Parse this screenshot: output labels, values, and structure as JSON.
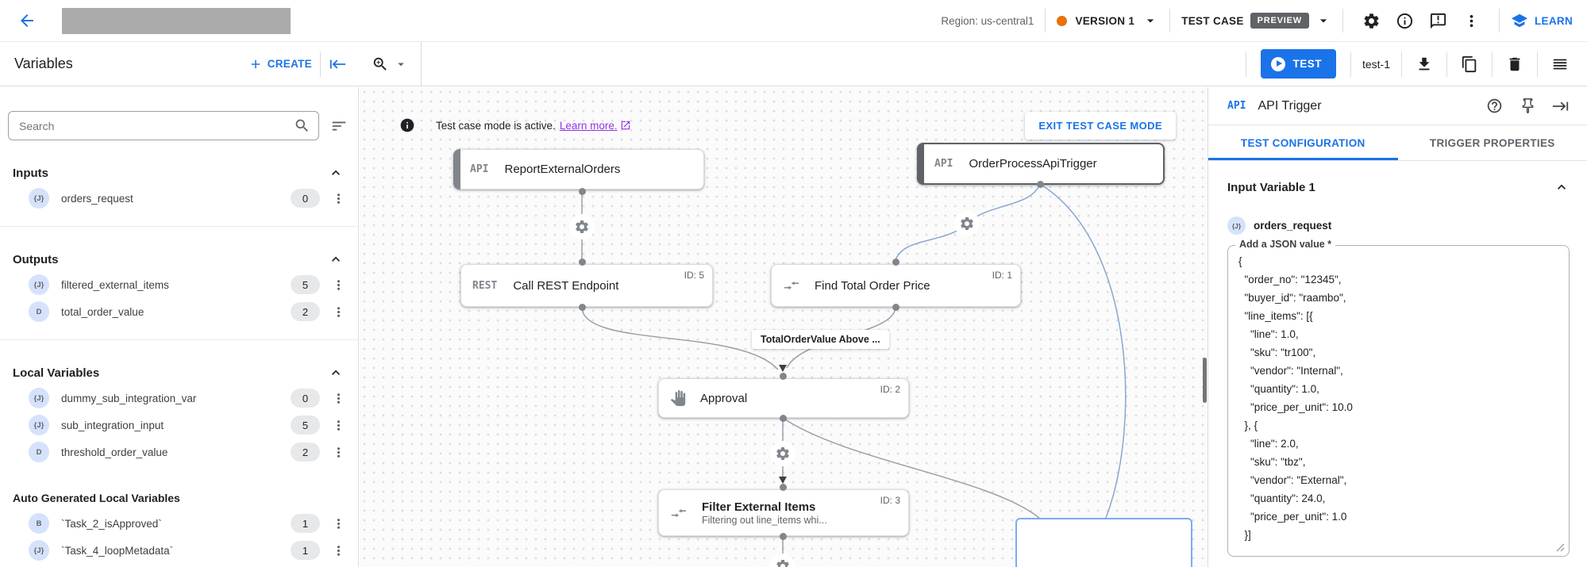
{
  "appbar": {
    "region": "Region: us-central1",
    "version": "VERSION 1",
    "test_case": "TEST CASE",
    "preview": "PREVIEW",
    "learn": "LEARN"
  },
  "toolbar": {
    "title": "Variables",
    "create": "CREATE",
    "test": "TEST",
    "test_case_name": "test-1"
  },
  "sidebar": {
    "search_placeholder": "Search",
    "sections": [
      {
        "title": "Inputs",
        "items": [
          {
            "type": "{J}",
            "name": "orders_request",
            "count": "0"
          }
        ]
      },
      {
        "title": "Outputs",
        "items": [
          {
            "type": "{J}",
            "name": "filtered_external_items",
            "count": "5"
          },
          {
            "type": "D",
            "name": "total_order_value",
            "count": "2"
          }
        ]
      },
      {
        "title": "Local Variables",
        "items": [
          {
            "type": "{J}",
            "name": "dummy_sub_integration_var",
            "count": "0"
          },
          {
            "type": "{J}",
            "name": "sub_integration_input",
            "count": "5"
          },
          {
            "type": "D",
            "name": "threshold_order_value",
            "count": "2"
          }
        ]
      },
      {
        "title": "Auto Generated Local Variables",
        "items": [
          {
            "type": "B",
            "name": "`Task_2_isApproved`",
            "count": "1"
          },
          {
            "type": "{J}",
            "name": "`Task_4_loopMetadata`",
            "count": "1"
          }
        ]
      }
    ]
  },
  "canvas": {
    "banner": {
      "text": "Test case mode is active.",
      "link": "Learn more.",
      "exit_button": "EXIT TEST CASE MODE"
    },
    "nodes": {
      "report": {
        "badge": "API",
        "title": "ReportExternalOrders"
      },
      "order_trigger": {
        "badge": "API",
        "title": "OrderProcessApiTrigger"
      },
      "rest": {
        "badge": "REST",
        "title": "Call REST Endpoint",
        "id": "ID: 5"
      },
      "find_total": {
        "title": "Find Total Order Price",
        "id": "ID: 1"
      },
      "approval": {
        "title": "Approval",
        "id": "ID: 2"
      },
      "filter": {
        "title": "Filter External Items",
        "subtitle": "Filtering out line_items whi...",
        "id": "ID: 3"
      }
    },
    "edge_label": "TotalOrderValue Above ..."
  },
  "panel": {
    "badge": "API",
    "title": "API Trigger",
    "tabs": [
      "TEST CONFIGURATION",
      "TRIGGER PROPERTIES"
    ],
    "section": "Input Variable 1",
    "var_type": "{J}",
    "var_name": "orders_request",
    "field_label": "Add a JSON value *",
    "json_value": "{\n  \"order_no\": \"12345\",\n  \"buyer_id\": \"raambo\",\n  \"line_items\": [{\n    \"line\": 1.0,\n    \"sku\": \"tr100\",\n    \"vendor\": \"Internal\",\n    \"quantity\": 1.0,\n    \"price_per_unit\": 10.0\n  }, {\n    \"line\": 2.0,\n    \"sku\": \"tbz\",\n    \"vendor\": \"External\",\n    \"quantity\": 24.0,\n    \"price_per_unit\": 1.0\n  }]\n}"
  },
  "colors": {
    "accent": "#1a73e8",
    "version_dot": "#e8710a",
    "preview_badge": "#5f6368",
    "link_purple": "#9334e6"
  }
}
